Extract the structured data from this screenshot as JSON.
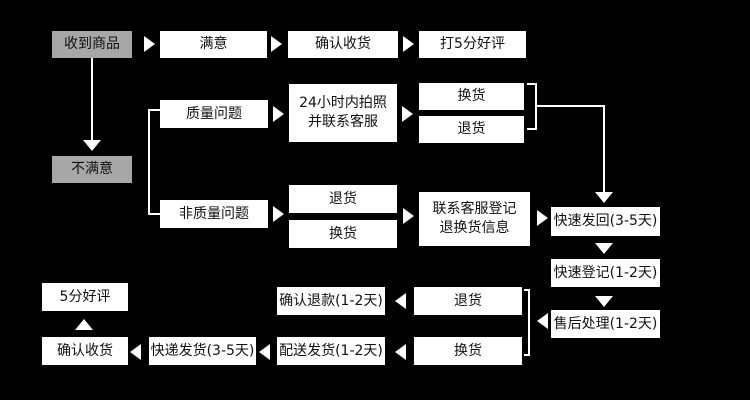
{
  "flow": {
    "received": "收到商品",
    "satisfied": "满意",
    "confirm_receipt_top": "确认收货",
    "rate_top": "打5分好评",
    "unsatisfied": "不满意",
    "quality_issue": "质量问题",
    "contact_cs_24h_line1": "24小时内拍照",
    "contact_cs_24h_line2": "并联系客服",
    "exchange_q": "换货",
    "return_q": "退货",
    "non_quality_issue": "非质量问题",
    "return_nq": "退货",
    "exchange_nq": "换货",
    "register_line1": "联系客服登记",
    "register_line2": "退换货信息",
    "express_return": "快速发回(3-5天)",
    "express_register": "快速登记(1-2天)",
    "aftersale": "售后处理(1-2天)",
    "return_b": "退货",
    "confirm_refund": "确认退款(1-2天)",
    "exchange_b": "换货",
    "ship_out": "配送发货(1-2天)",
    "express_ship": "快递发货(3-5天)",
    "confirm_receipt_bottom": "确认收货",
    "rate_bottom": "5分好评"
  },
  "colors": {
    "background": "#000000",
    "box": "#ffffff",
    "box_grey": "#a7a7a7",
    "connector": "#ffffff"
  }
}
